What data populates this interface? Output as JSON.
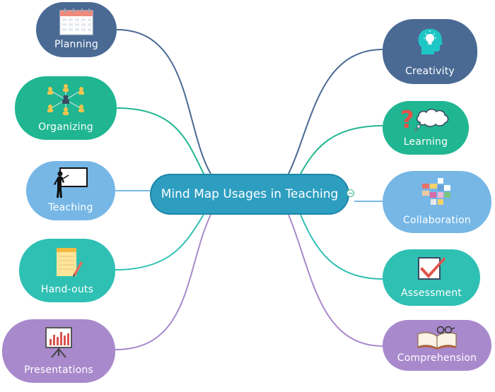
{
  "center": {
    "title": "Mind Map Usages in Teaching"
  },
  "left_branches": [
    {
      "label": "Planning",
      "icon": "calendar-icon",
      "color": "#4a6a94"
    },
    {
      "label": "Organizing",
      "icon": "organization-people-icon",
      "color": "#1fb691"
    },
    {
      "label": "Teaching",
      "icon": "teacher-blackboard-icon",
      "color": "#76b7e6"
    },
    {
      "label": "Hand-outs",
      "icon": "notepad-pencil-icon",
      "color": "#2fc0b4"
    },
    {
      "label": "Presentations",
      "icon": "presentation-board-icon",
      "color": "#a889cc"
    }
  ],
  "right_branches": [
    {
      "label": "Creativity",
      "icon": "head-lightbulb-icon",
      "color": "#4a6a94"
    },
    {
      "label": "Learning",
      "icon": "question-thought-icon",
      "color": "#1fb691"
    },
    {
      "label": "Collaboration",
      "icon": "blocks-icon",
      "color": "#76b7e6"
    },
    {
      "label": "Assessment",
      "icon": "checkbox-icon",
      "color": "#2fc0b4"
    },
    {
      "label": "Comprehension",
      "icon": "open-book-glasses-icon",
      "color": "#a889cc"
    }
  ],
  "colors": {
    "center_fill": "#2d9ec0",
    "link_navy": "#4a6a94",
    "link_green": "#1fb691",
    "link_blue": "#76b7e6",
    "link_teal": "#2fc0b4",
    "link_purple": "#a889cc"
  }
}
